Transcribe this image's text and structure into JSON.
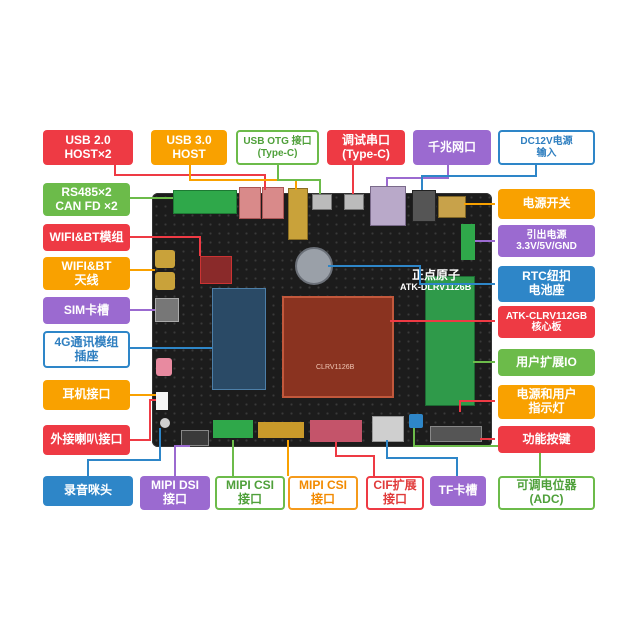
{
  "board": {
    "brand": "正点原子",
    "model": "ATK-DLRV1126B",
    "core_chip": "CLRV1126B"
  },
  "labels": {
    "usb20": "USB 2.0\nHOST×2",
    "usb30": "USB 3.0\nHOST",
    "usbotg": "USB OTG 接口\n(Type-C)",
    "debug": "调试串口\n(Type-C)",
    "gige": "千兆网口",
    "dc12v": "DC12V电源\n输入",
    "rs485": "RS485×2\nCAN FD ×2",
    "wifibt_mod": "WIFI&BT模组",
    "wifibt_ant": "WIFI&BT\n天线",
    "sim": "SIM卡槽",
    "g4": "4G通讯模组\n插座",
    "earphone": "耳机接口",
    "speaker": "外接喇叭接口",
    "mic": "录音咪头",
    "mipi_dsi": "MIPI DSI\n接口",
    "mipi_csi1": "MIPI CSI\n接口",
    "mipi_csi2": "MIPI CSI\n接口",
    "cif": "CIF扩展\n接口",
    "tf": "TF卡槽",
    "adc": "可调电位器\n(ADC)",
    "power_sw": "电源开关",
    "power_out": "引出电源\n3.3V/5V/GND",
    "rtc": "RTC纽扣\n电池座",
    "core_board": "ATK-CLRV112GB\n核心板",
    "user_io": "用户扩展IO",
    "leds": "电源和用户\n指示灯",
    "keys": "功能按键"
  }
}
